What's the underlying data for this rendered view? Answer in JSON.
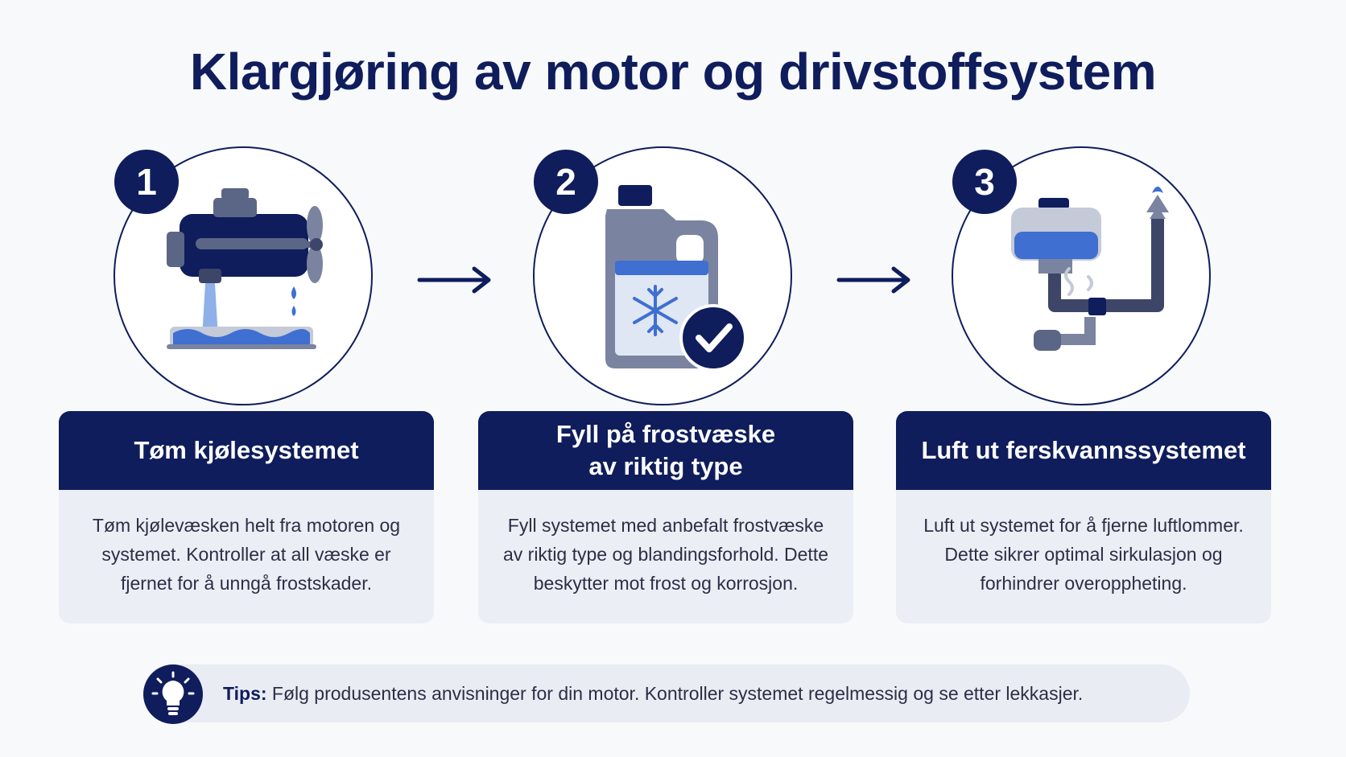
{
  "title": "Klargjøring av motor og drivstoffsystem",
  "steps": [
    {
      "number": "1",
      "icon": "engine-draining-icon",
      "heading": "Tøm kjølesystemet",
      "body": "Tøm kjølevæsken helt fra motoren og systemet. Kontroller at all væske er fjernet for å unngå frostskader."
    },
    {
      "number": "2",
      "icon": "antifreeze-jug-icon",
      "heading": "Fyll på frostvæske\nav riktig type",
      "body": "Fyll systemet med anbefalt frostvæske av riktig type og blandingsforhold. Dette beskytter mot frost og korrosjon."
    },
    {
      "number": "3",
      "icon": "freshwater-tank-icon",
      "heading": "Luft ut ferskvannssystemet",
      "body": "Luft ut systemet for å fjerne luftlommer. Dette sikrer optimal sirkulasjon og forhindrer overoppheting."
    }
  ],
  "tips": {
    "label": "Tips:",
    "text": " Følg produsentens anvisninger for din motor. Kontroller systemet regelmessig og se etter lekkasjer.",
    "icon": "lightbulb-icon"
  },
  "colors": {
    "navy": "#0f1d5c",
    "blue": "#3e6fd1",
    "slate": "#6b7590",
    "card_bg": "#eceef6"
  }
}
